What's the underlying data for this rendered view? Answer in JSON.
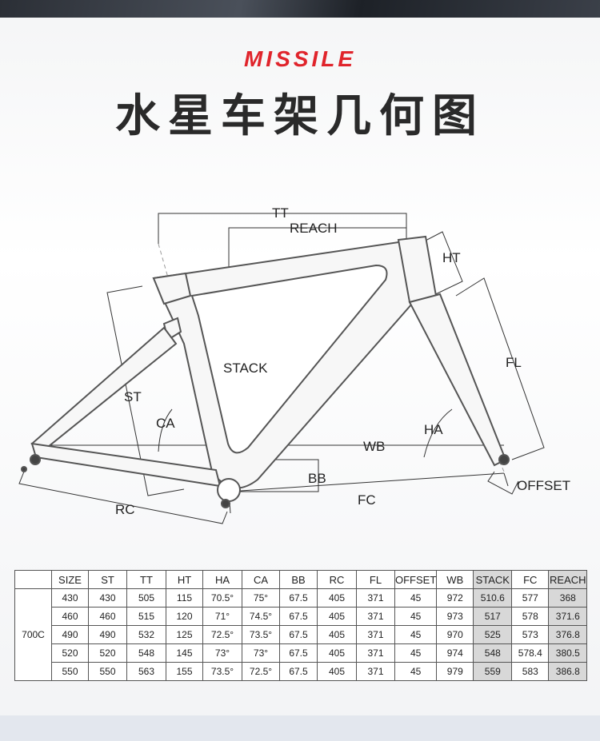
{
  "brand": "MISSILE",
  "title": "水星车架几何图",
  "diagram_labels": {
    "tt": "TT",
    "reach": "REACH",
    "ht": "HT",
    "fl": "FL",
    "stack": "STACK",
    "st": "ST",
    "ca": "CA",
    "ha": "HA",
    "wb": "WB",
    "bb": "BB",
    "fc": "FC",
    "rc": "RC",
    "offset": "OFFSET"
  },
  "table": {
    "group_label": "700C",
    "headers": [
      "SIZE",
      "ST",
      "TT",
      "HT",
      "HA",
      "CA",
      "BB",
      "RC",
      "FL",
      "OFFSET",
      "WB",
      "STACK",
      "FC",
      "REACH"
    ],
    "rows": [
      [
        "430",
        "430",
        "505",
        "115",
        "70.5°",
        "75°",
        "67.5",
        "405",
        "371",
        "45",
        "972",
        "510.6",
        "577",
        "368"
      ],
      [
        "460",
        "460",
        "515",
        "120",
        "71°",
        "74.5°",
        "67.5",
        "405",
        "371",
        "45",
        "973",
        "517",
        "578",
        "371.6"
      ],
      [
        "490",
        "490",
        "532",
        "125",
        "72.5°",
        "73.5°",
        "67.5",
        "405",
        "371",
        "45",
        "970",
        "525",
        "573",
        "376.8"
      ],
      [
        "520",
        "520",
        "548",
        "145",
        "73°",
        "73°",
        "67.5",
        "405",
        "371",
        "45",
        "974",
        "548",
        "578.4",
        "380.5"
      ],
      [
        "550",
        "550",
        "563",
        "155",
        "73.5°",
        "72.5°",
        "67.5",
        "405",
        "371",
        "45",
        "979",
        "559",
        "583",
        "386.8"
      ]
    ],
    "highlight_columns": [
      "STACK",
      "REACH"
    ]
  }
}
